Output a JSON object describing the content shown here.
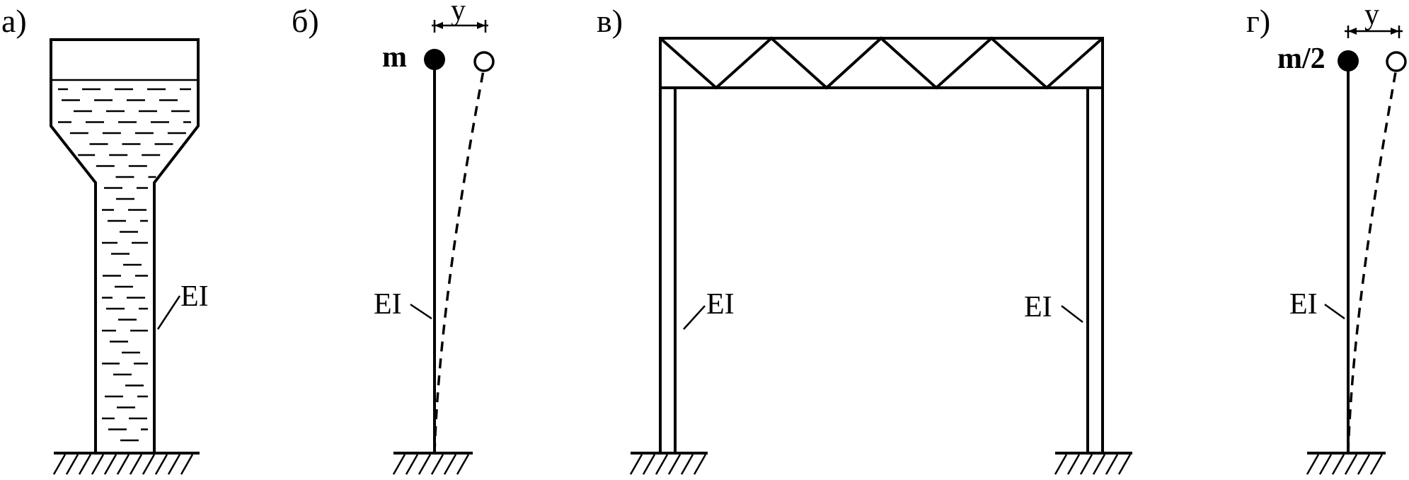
{
  "panels": {
    "a": {
      "label": "а)",
      "stiffness": "EI"
    },
    "b": {
      "label": "б)",
      "mass": "m",
      "displacement": "y",
      "stiffness": "EI"
    },
    "v": {
      "label": "в)",
      "stiffness_left": "EI",
      "stiffness_right": "EI"
    },
    "g": {
      "label": "г)",
      "mass": "m/2",
      "displacement": "y",
      "stiffness": "EI"
    }
  },
  "colors": {
    "stroke": "#000000",
    "background": "#ffffff"
  }
}
